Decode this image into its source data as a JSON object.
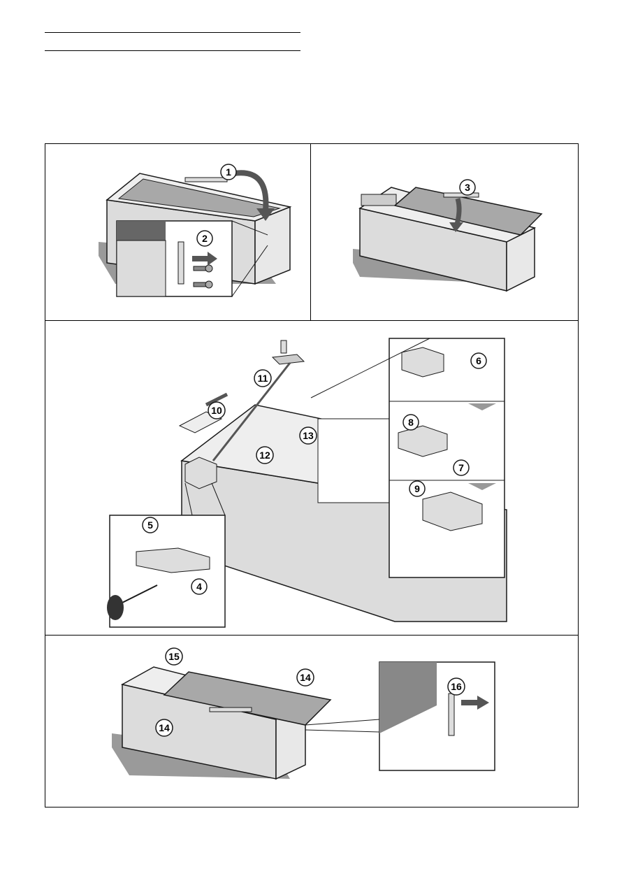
{
  "document": {
    "header_rules": 2,
    "figure": {
      "panels": [
        {
          "id": "remove-cover-a",
          "steps": [
            "1",
            "2"
          ]
        },
        {
          "id": "remove-cover-b",
          "steps": [
            "3"
          ]
        },
        {
          "id": "swap-hinges",
          "steps": [
            "4",
            "5",
            "6",
            "7",
            "8",
            "9",
            "10",
            "11",
            "12",
            "13"
          ]
        },
        {
          "id": "refit-cover",
          "steps": [
            "14",
            "15",
            "16"
          ]
        }
      ]
    },
    "steps": {
      "s1": "1",
      "s2": "2",
      "s3": "3",
      "s4": "4",
      "s5": "5",
      "s6": "6",
      "s7": "7",
      "s8": "8",
      "s9": "9",
      "s10": "10",
      "s11": "11",
      "s12": "12",
      "s13": "13",
      "s14a": "14",
      "s14b": "14",
      "s15": "15",
      "s16": "16"
    },
    "colors": {
      "outline": "#1a1a1a",
      "shadow": "#9a9a9a",
      "lid_glass": "#a8a8a8",
      "body_side": "#dcdcdc",
      "body_top": "#eeeeee",
      "arrow": "#555555",
      "background": "#ffffff"
    }
  }
}
